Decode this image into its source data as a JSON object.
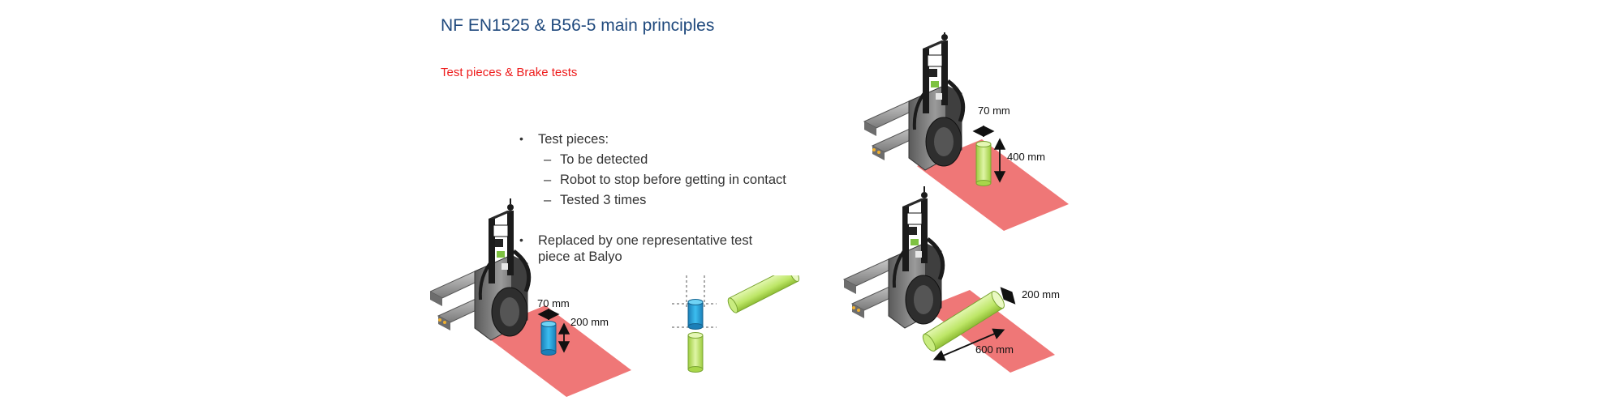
{
  "slide": {
    "title": "NF EN1525 & B56-5 main principles",
    "subtitle": "Test pieces & Brake tests",
    "bullets": [
      {
        "label": "Test pieces:",
        "subitems": [
          "To be detected",
          "Robot to stop before getting in contact",
          "Tested 3 times"
        ]
      },
      {
        "label_line1": "Replaced by one representative test",
        "label_line2": "piece at Balyo"
      }
    ]
  },
  "figures": {
    "left_robot": {
      "width_label": "70 mm",
      "height_label": "200 mm",
      "cylinder_color": "#29a8e0"
    },
    "top_right_robot": {
      "width_label": "70 mm",
      "height_label": "400 mm",
      "cylinder_color": "#c6ea7a"
    },
    "bottom_right_robot": {
      "diameter_label": "200 mm",
      "length_label": "600 mm",
      "cylinder_color": "#c6ea7a"
    }
  },
  "colors": {
    "title": "#1f497d",
    "subtitle": "#ee1c1c",
    "zone": "#ee6b6b",
    "green_piece": "#c6ea7a",
    "blue_piece": "#29a8e0"
  }
}
